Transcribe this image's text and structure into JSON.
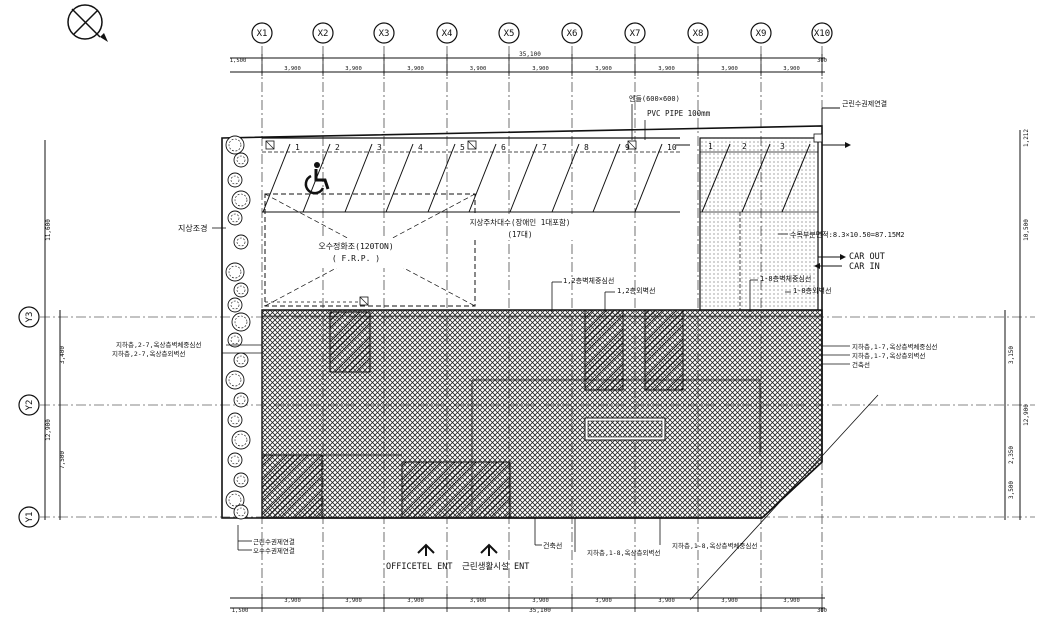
{
  "grid": {
    "columns": [
      "X1",
      "X2",
      "X3",
      "X4",
      "X5",
      "X6",
      "X7",
      "X8",
      "X9",
      "X10"
    ],
    "rows": [
      "Y3",
      "Y2",
      "Y1"
    ],
    "col_spacing_top": [
      "3,900",
      "3,900",
      "3,900",
      "3,900",
      "3,900",
      "3,900",
      "3,900",
      "3,900",
      "3,900"
    ],
    "col_spacing_bottom": [
      "3,900",
      "3,900",
      "3,900",
      "3,900",
      "3,900",
      "3,900",
      "3,900",
      "3,900",
      "3,900"
    ],
    "overall_width": "35,100",
    "left_offset": "1,500",
    "right_offset": "300",
    "left_dims": [
      "11,600",
      "3,400",
      "12,900",
      "7,500"
    ],
    "right_dims": [
      "1,212",
      "10,500",
      "3,150",
      "12,900",
      "2,350",
      "3,500"
    ]
  },
  "parking": {
    "stall_numbers": [
      "1",
      "2",
      "3",
      "4",
      "5",
      "6",
      "7",
      "8",
      "9",
      "10"
    ],
    "right_stall_numbers": [
      "1",
      "2",
      "3"
    ]
  },
  "labels": {
    "drain_box": "엔들(600×600)",
    "pvc_pipe": "PVC PIPE 100mm",
    "sewer_connection": "근린수권제연결",
    "landscape": "지상조경",
    "septic_tank": "오수정화조(120TON)",
    "frp": "( F.R.P. )",
    "ground_parking": "지상주차대수(장애인 1대포함)",
    "parking_count": "(17대)",
    "planting_area": "수목부분면적:8.3×10.50=87.15M2",
    "car_out": "CAR OUT",
    "car_in": "CAR IN",
    "line_1_2_outer": "1,2층벽체중심선",
    "line_1_2_outline": "1,2층외벽선",
    "line_1_8_outer": "1-8층벽체중심선",
    "line_1_8_outline": "1-8층외벽선",
    "basement_2_7_center": "지하층,2-7,옥상층벽체중심선",
    "basement_2_7_outline": "지하층,2-7,옥상층외벽선",
    "right_1_7_center": "지하층,1-7,옥상층벽체중심선",
    "right_1_7_outline": "지하층,1-7,옥상층외벽선",
    "building_line_right": "건축선",
    "building_line_bottom": "건축선",
    "bottom_1_8_outline": "지하층,1-8,옥상층외벽선",
    "bottom_1_8_center": "지하층,1-8,옥상층벽체중심선",
    "bottom_left_1": "근린수권제연결",
    "bottom_left_2": "오수수권제연결",
    "officetel_ent": "OFFICETEL ENT",
    "retail_ent": "근린생활시설 ENT"
  }
}
